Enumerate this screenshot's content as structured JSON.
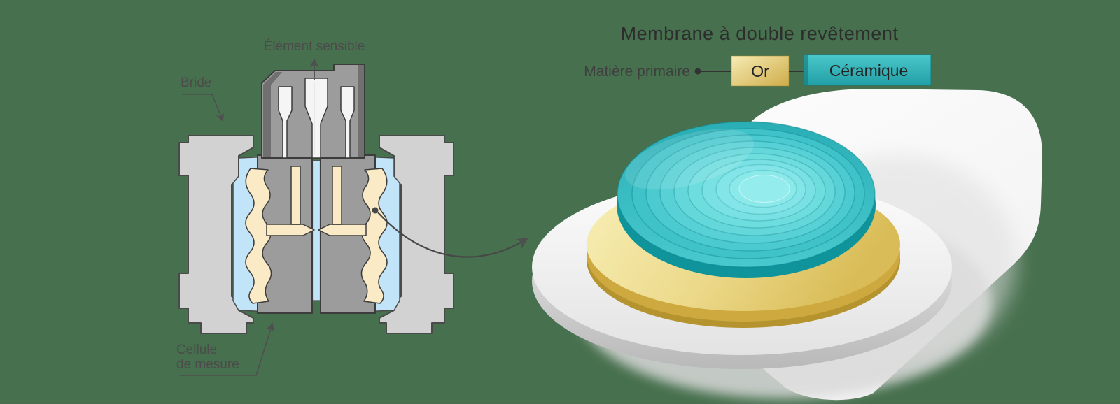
{
  "background_color": "#47704E",
  "cross_section": {
    "label_sensing_element": "Élément sensible",
    "label_flange": "Bride",
    "label_cell_line1": "Cellule",
    "label_cell_line2": "de mesure"
  },
  "membrane": {
    "title": "Membrane à double revêtement",
    "label_primary_material": "Matière primaire",
    "box_gold_label": "Or",
    "box_ceramic_label": "Céramique",
    "colors": {
      "gold": "#D9BC57",
      "ceramic_teal": "#2FB7BC",
      "membrane_light_teal": "#8CE9EA",
      "base_gray": "#E9E9E9",
      "fill_fluid_blue": "#C2E4F8",
      "oil_channel_cream": "#FBEAC6"
    }
  }
}
